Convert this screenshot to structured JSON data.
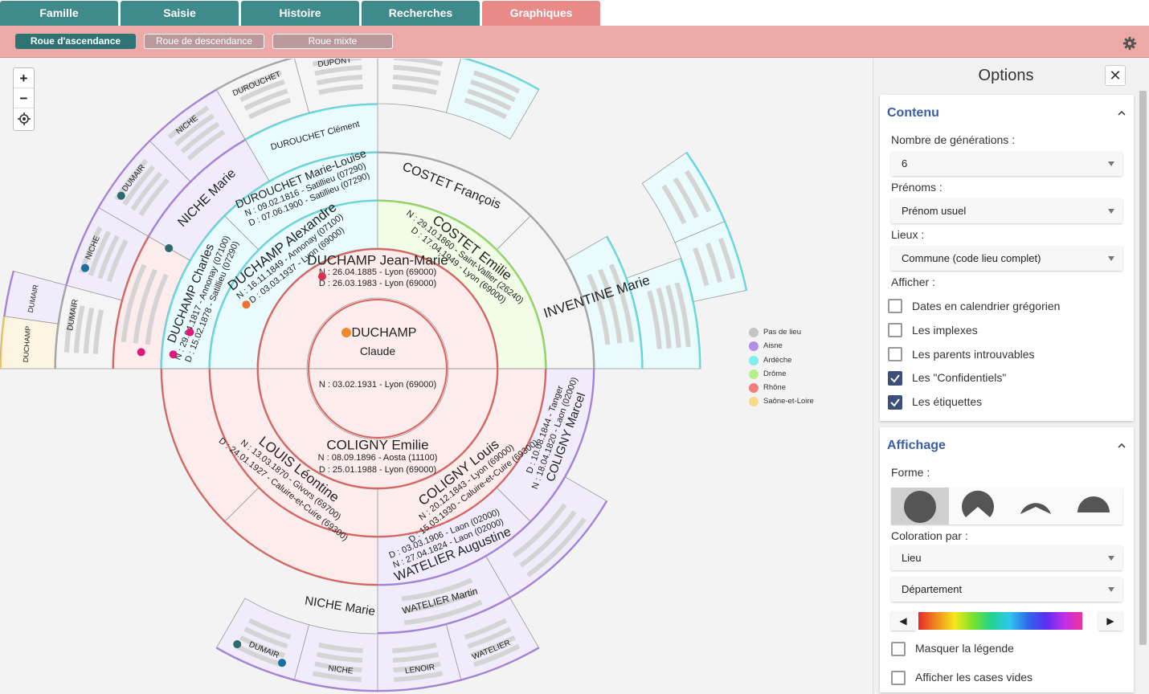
{
  "tabs": [
    "Famille",
    "Saisie",
    "Histoire",
    "Recherches",
    "Graphiques"
  ],
  "sub_tabs": [
    "Roue d'ascendance",
    "Roue de descendance",
    "Roue mixte"
  ],
  "zoom": {
    "plus": "+",
    "minus": "−"
  },
  "chart_data": {
    "type": "ascendant-fan",
    "root": {
      "surname": "DUCHAMP",
      "given": "Claude",
      "birth": "N : 03.02.1931 - Lyon (69000)",
      "region": "Rhône"
    },
    "gen1": [
      {
        "name": "DUCHAMP Jean-Marie",
        "n": "N : 26.04.1885 - Lyon (69000)",
        "d": "D : 26.03.1983 - Lyon (69000)",
        "region": "Rhône"
      },
      {
        "name": "COLIGNY Emilie",
        "n": "N : 08.09.1896 - Aosta (11100)",
        "d": "D : 25.01.1988 - Lyon (69000)",
        "region": "Rhône"
      }
    ],
    "gen2": [
      {
        "name": "DUCHAMP Alexandre",
        "n": "N : 16.11.1849 - Annonay (07100)",
        "d": "D : 03.03.1937 - Lyon (69000)",
        "region": "Ardèche"
      },
      {
        "name": "COSTET Emilie",
        "n": "N : 29.10.1860 - Saint-Vallier (26240)",
        "d": "D : 17.04.1949 - Lyon (69000)",
        "region": "Drôme"
      },
      {
        "name": "COLIGNY Louis",
        "n": "N : 20.12.1843 - Lyon (69000)",
        "d": "D : 15.03.1930 - Caluire-et-Cuire (69300)",
        "region": "Rhône"
      },
      {
        "name": "LOUIS Léontine",
        "n": "N : 13.03.1870 - Givors (69700)",
        "d": "D : 24.01.1927 - Caluire-et-Cuire (69300)",
        "region": "Rhône"
      }
    ],
    "gen3": [
      {
        "name": "DUCHAMP Charles",
        "n": "N : 29.04.1817 - Annonay (07100)",
        "d": "D : 15.02.1878 - Satillieu (07290)",
        "region": "Ardèche"
      },
      {
        "name": "DUROUCHET Marie-Louise",
        "n": "N : 09.02.1816 - Satillieu (07290)",
        "d": "D : 07.06.1900 - Satillieu (07290)",
        "region": "Ardèche"
      },
      {
        "name": "COSTET François",
        "n": "",
        "d": "",
        "region": "Pas de lieu"
      },
      {
        "name": "INVENTINE Marie",
        "n": "",
        "d": "",
        "region": "Pas de lieu"
      },
      {
        "name": "COLIGNY Marcel",
        "n": "N : 18.04.1820 - Laon (02000)",
        "d": "D : 10.08.1844 - Tanger",
        "region": "Aisne"
      },
      {
        "name": "WATELIER Augustine",
        "n": "N : 27.04.1824 - Laon (02000)",
        "d": "D : 03.03.1906 - Laon (02000)",
        "region": "Aisne"
      }
    ],
    "gen4": [
      "NICHE Marie",
      "DUROUCHET Clément",
      "WATELIER Martin",
      "NICHE Marie"
    ],
    "gen5": [
      "DUMAIR",
      "NICHE",
      "DUROUCHET",
      "DUPONT",
      "LENOIR",
      "WATELIER",
      "DUMAIR",
      "NICHE"
    ],
    "gen6": [
      "DUCHAMP",
      "DUMAIR"
    ]
  },
  "legend": [
    {
      "label": "Pas de lieu",
      "color": "#c4c4c4"
    },
    {
      "label": "Aisne",
      "color": "#b08ee8"
    },
    {
      "label": "Ardèche",
      "color": "#7eeef2"
    },
    {
      "label": "Drôme",
      "color": "#b6ef8a"
    },
    {
      "label": "Rhône",
      "color": "#f0807c"
    },
    {
      "label": "Saône-et-Loire",
      "color": "#f7d98a"
    }
  ],
  "panel": {
    "title": "Options",
    "contenu": {
      "title": "Contenu",
      "generations_label": "Nombre de générations :",
      "generations_value": "6",
      "prenoms_label": "Prénoms :",
      "prenoms_value": "Prénom usuel",
      "lieux_label": "Lieux :",
      "lieux_value": "Commune (code lieu complet)",
      "afficher_label": "Afficher :",
      "checks": [
        {
          "label": "Dates en calendrier grégorien",
          "checked": false
        },
        {
          "label": "Les implexes",
          "checked": false
        },
        {
          "label": "Les parents introuvables",
          "checked": false
        },
        {
          "label": "Les \"Confidentiels\"",
          "checked": true
        },
        {
          "label": "Les étiquettes",
          "checked": true
        }
      ]
    },
    "affichage": {
      "title": "Affichage",
      "forme_label": "Forme :",
      "coloration_label": "Coloration par :",
      "coloration_value": "Lieu",
      "niveau_value": "Département",
      "masquer_label": "Masquer la légende",
      "vides_label": "Afficher les cases vides"
    }
  }
}
